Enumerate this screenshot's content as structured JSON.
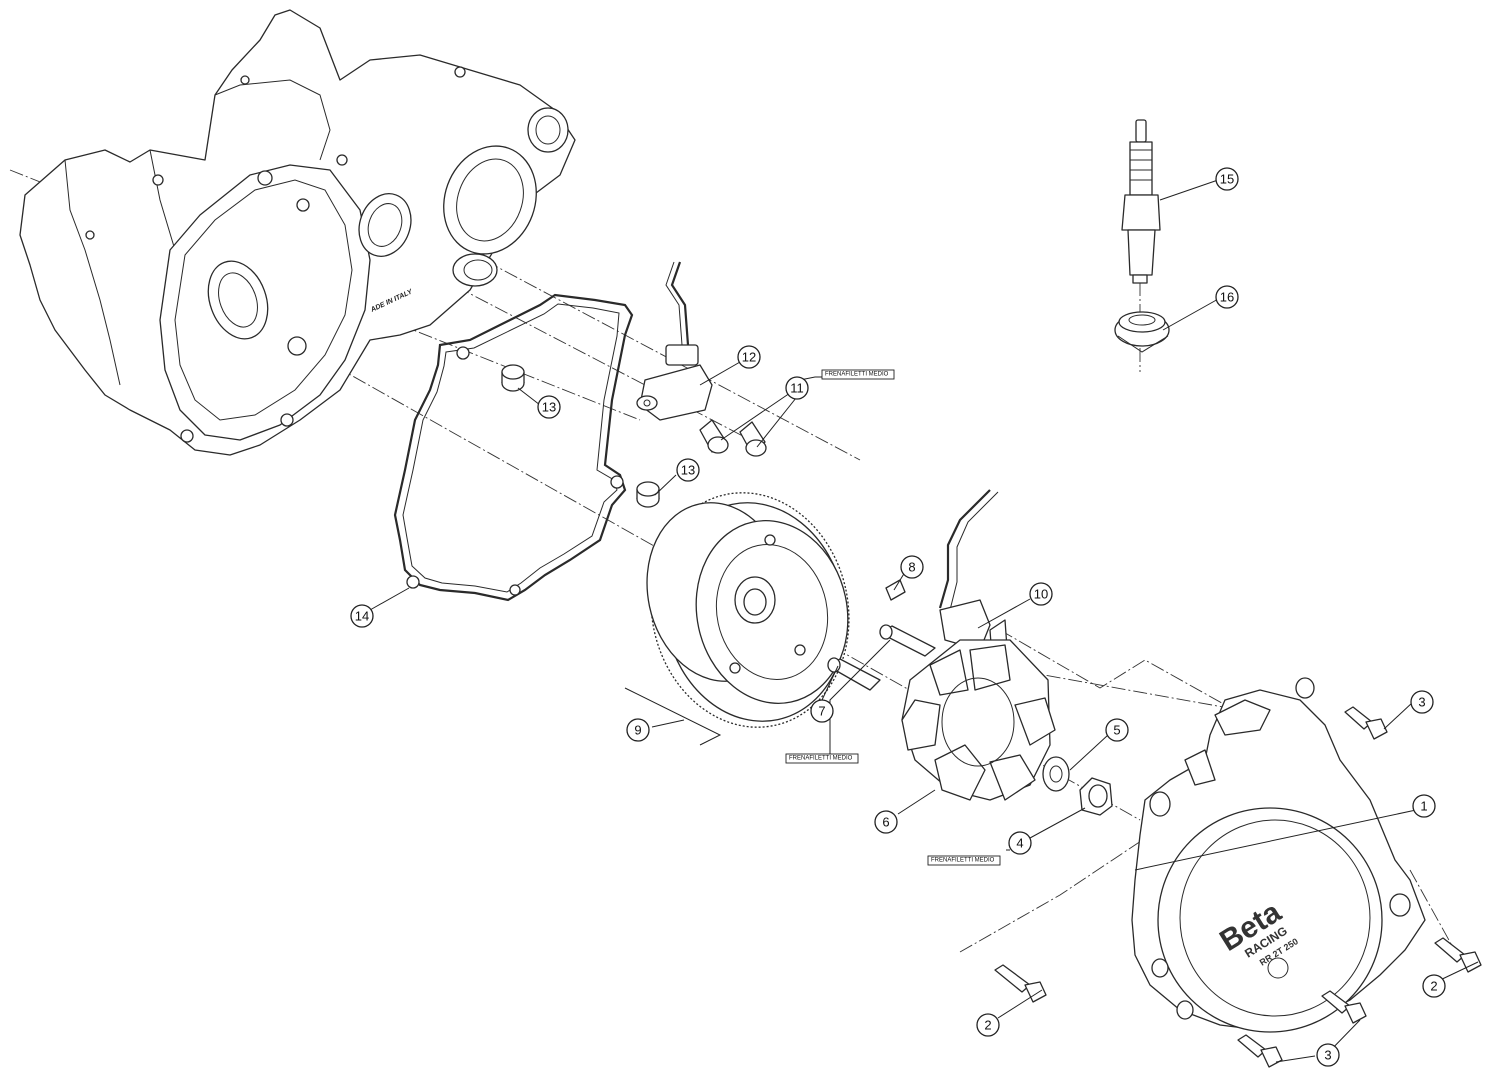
{
  "callouts": [
    {
      "id": "c1",
      "label": "1"
    },
    {
      "id": "c2a",
      "label": "2"
    },
    {
      "id": "c2b",
      "label": "2"
    },
    {
      "id": "c3a",
      "label": "3"
    },
    {
      "id": "c3b",
      "label": "3"
    },
    {
      "id": "c4",
      "label": "4"
    },
    {
      "id": "c5",
      "label": "5"
    },
    {
      "id": "c6",
      "label": "6"
    },
    {
      "id": "c7",
      "label": "7"
    },
    {
      "id": "c8",
      "label": "8"
    },
    {
      "id": "c9",
      "label": "9"
    },
    {
      "id": "c10",
      "label": "10"
    },
    {
      "id": "c11",
      "label": "11"
    },
    {
      "id": "c12",
      "label": "12"
    },
    {
      "id": "c13a",
      "label": "13"
    },
    {
      "id": "c13b",
      "label": "13"
    },
    {
      "id": "c14",
      "label": "14"
    },
    {
      "id": "c15",
      "label": "15"
    },
    {
      "id": "c16",
      "label": "16"
    }
  ],
  "notes": {
    "thread_lock_1": "FRENAFILETTI MEDIO",
    "thread_lock_2": "FRENAFILETTI MEDIO",
    "thread_lock_3": "FRENAFILETTI MEDIO"
  },
  "stamps": {
    "made_in_italy": "ADE IN ITALY"
  },
  "cover_logo": {
    "brand": "Beta",
    "line2": "RACING",
    "line3": "RR 2T 250"
  }
}
